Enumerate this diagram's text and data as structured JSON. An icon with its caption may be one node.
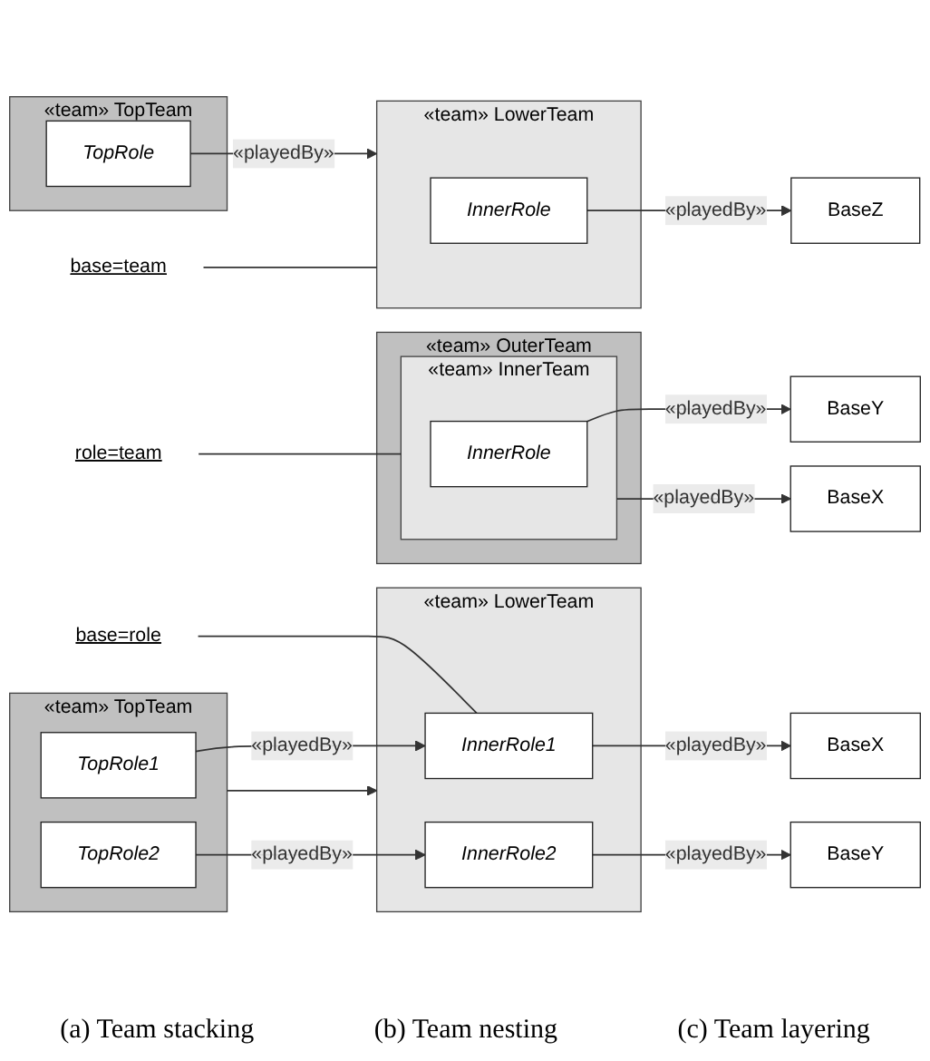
{
  "diagram": {
    "nodes": [
      {
        "text": [
          "«team»",
          "TopTeam"
        ]
      },
      {
        "text": [
          "TopRole"
        ],
        "in": 0
      },
      {
        "text": [
          "«team»",
          "LowerTeam"
        ]
      },
      {
        "text": [
          "InnerRole"
        ],
        "in": 2
      },
      {
        "text": [
          "BaseZ"
        ]
      },
      {
        "text": [
          "base=team"
        ]
      },
      {
        "text": [
          "«team»",
          "OuterTeam"
        ]
      },
      {
        "text": [
          "«team»",
          "InnerTeam"
        ],
        "in": 6
      },
      {
        "text": [
          "InnerRole"
        ],
        "in": 7
      },
      {
        "text": [
          "BaseX"
        ]
      },
      {
        "text": [
          "BaseY"
        ]
      },
      {
        "text": [
          "role=team"
        ]
      },
      {
        "text": [
          "«team»",
          "TopTeam"
        ]
      },
      {
        "text": [
          "TopRole1"
        ],
        "in": 12
      },
      {
        "text": [
          "TopRole2"
        ],
        "in": 12
      },
      {
        "text": [
          "«team»",
          "LowerTeam"
        ]
      },
      {
        "text": [
          "InnerRole1"
        ],
        "in": 15
      },
      {
        "text": [
          "InnerRole2"
        ],
        "in": 15
      },
      {
        "text": [
          "BaseX"
        ]
      },
      {
        "text": [
          "BaseY"
        ]
      },
      {
        "text": [
          "base=role"
        ]
      }
    ],
    "edges": [
      {
        "from": 1,
        "to": 2,
        "arrow": "to",
        "label": "«playedBy»"
      },
      {
        "from": 3,
        "to": 4,
        "arrow": "to",
        "label": "«playedBy»"
      },
      {
        "from": 5,
        "to": 2,
        "arrow": "none"
      },
      {
        "from": 7,
        "to": 9,
        "arrow": "to",
        "label": "«playedBy»"
      },
      {
        "from": 8,
        "to": 10,
        "arrow": "to",
        "label": "«playedBy»"
      },
      {
        "from": 11,
        "to": 7,
        "arrow": "none"
      },
      {
        "from": 12,
        "to": 15,
        "arrow": "to"
      },
      {
        "from": 13,
        "to": 16,
        "arrow": "to",
        "label": "«playedBy»"
      },
      {
        "from": 14,
        "to": 17,
        "arrow": "to",
        "label": "«playedBy»"
      },
      {
        "from": 16,
        "to": 18,
        "arrow": "to",
        "label": "«playedBy»"
      },
      {
        "from": 17,
        "to": 19,
        "arrow": "to",
        "label": "«playedBy»"
      },
      {
        "from": 20,
        "to": 16,
        "arrow": "none"
      }
    ],
    "labels": [
      "(a) Team stacking",
      "(b) Team nesting",
      "(c) Team layering"
    ]
  }
}
